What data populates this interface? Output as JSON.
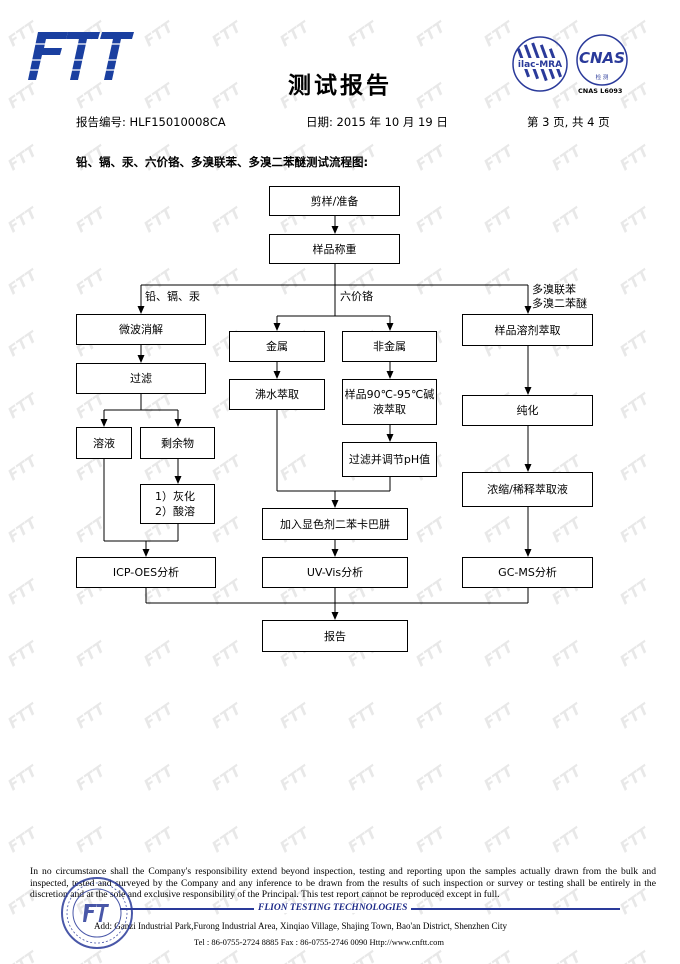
{
  "header": {
    "logo_text": "FTT",
    "title": "测试报告",
    "report_no": "报告编号: HLF15010008CA",
    "date": "日期: 2015 年 10 月 19 日",
    "page_info": "第 3 页, 共 4 页",
    "cnas_code": "CNAS L6093"
  },
  "section_title": "铅、镉、汞、六价铬、多溴联苯、多溴二苯醚测试流程图:",
  "flow": {
    "cut_prepare": "剪样/准备",
    "weigh": "样品称重",
    "branch_metals": "铅、镉、汞",
    "branch_cr": "六价铬",
    "branch_pbb_1": "多溴联苯",
    "branch_pbb_2": "多溴二苯醚",
    "microwave": "微波消解",
    "metal": "金属",
    "nonmetal": "非金属",
    "solvent_extract": "样品溶剂萃取",
    "filter": "过滤",
    "boil_extract": "沸水萃取",
    "alkali_1": "样品90℃-95℃碱",
    "alkali_2": "液萃取",
    "purify": "纯化",
    "solution": "溶液",
    "residue": "剩余物",
    "filter_ph": "过滤并调节pH值",
    "ash": "1）灰化",
    "acid": "2）酸溶",
    "chromogen": "加入显色剂二苯卡巴肼",
    "concentrate": "浓缩/稀释萃取液",
    "icp": "ICP-OES分析",
    "uvvis": "UV-Vis分析",
    "gcms": "GC-MS分析",
    "report": "报告"
  },
  "footer": {
    "disclaimer": "In no circumstance shall the Company's responsibility extend beyond inspection, testing and reporting upon the samples actually drawn from the bulk and inspected, tested and surveyed by the Company and any inference to be drawn from the results of such inspection or survey or testing shall be entirely in the discretion and at the sole and exclusive responsibility of the Principal. This test report cannot be reproduced except in full.",
    "company": "FLION TESTING TECHNOLOGIES",
    "address": "Add: Ganzi Industrial Park,Furong Industrial Area, Xinqiao Village, Shajing Town, Bao'an District, Shenzhen City",
    "contact": "Tel : 86-0755-2724 8885      Fax : 86-0755-2746 0090      Http://www.cnftt.com"
  },
  "colors": {
    "brand_blue": "#1a3fa0",
    "watermark": "#e6e6e6"
  }
}
